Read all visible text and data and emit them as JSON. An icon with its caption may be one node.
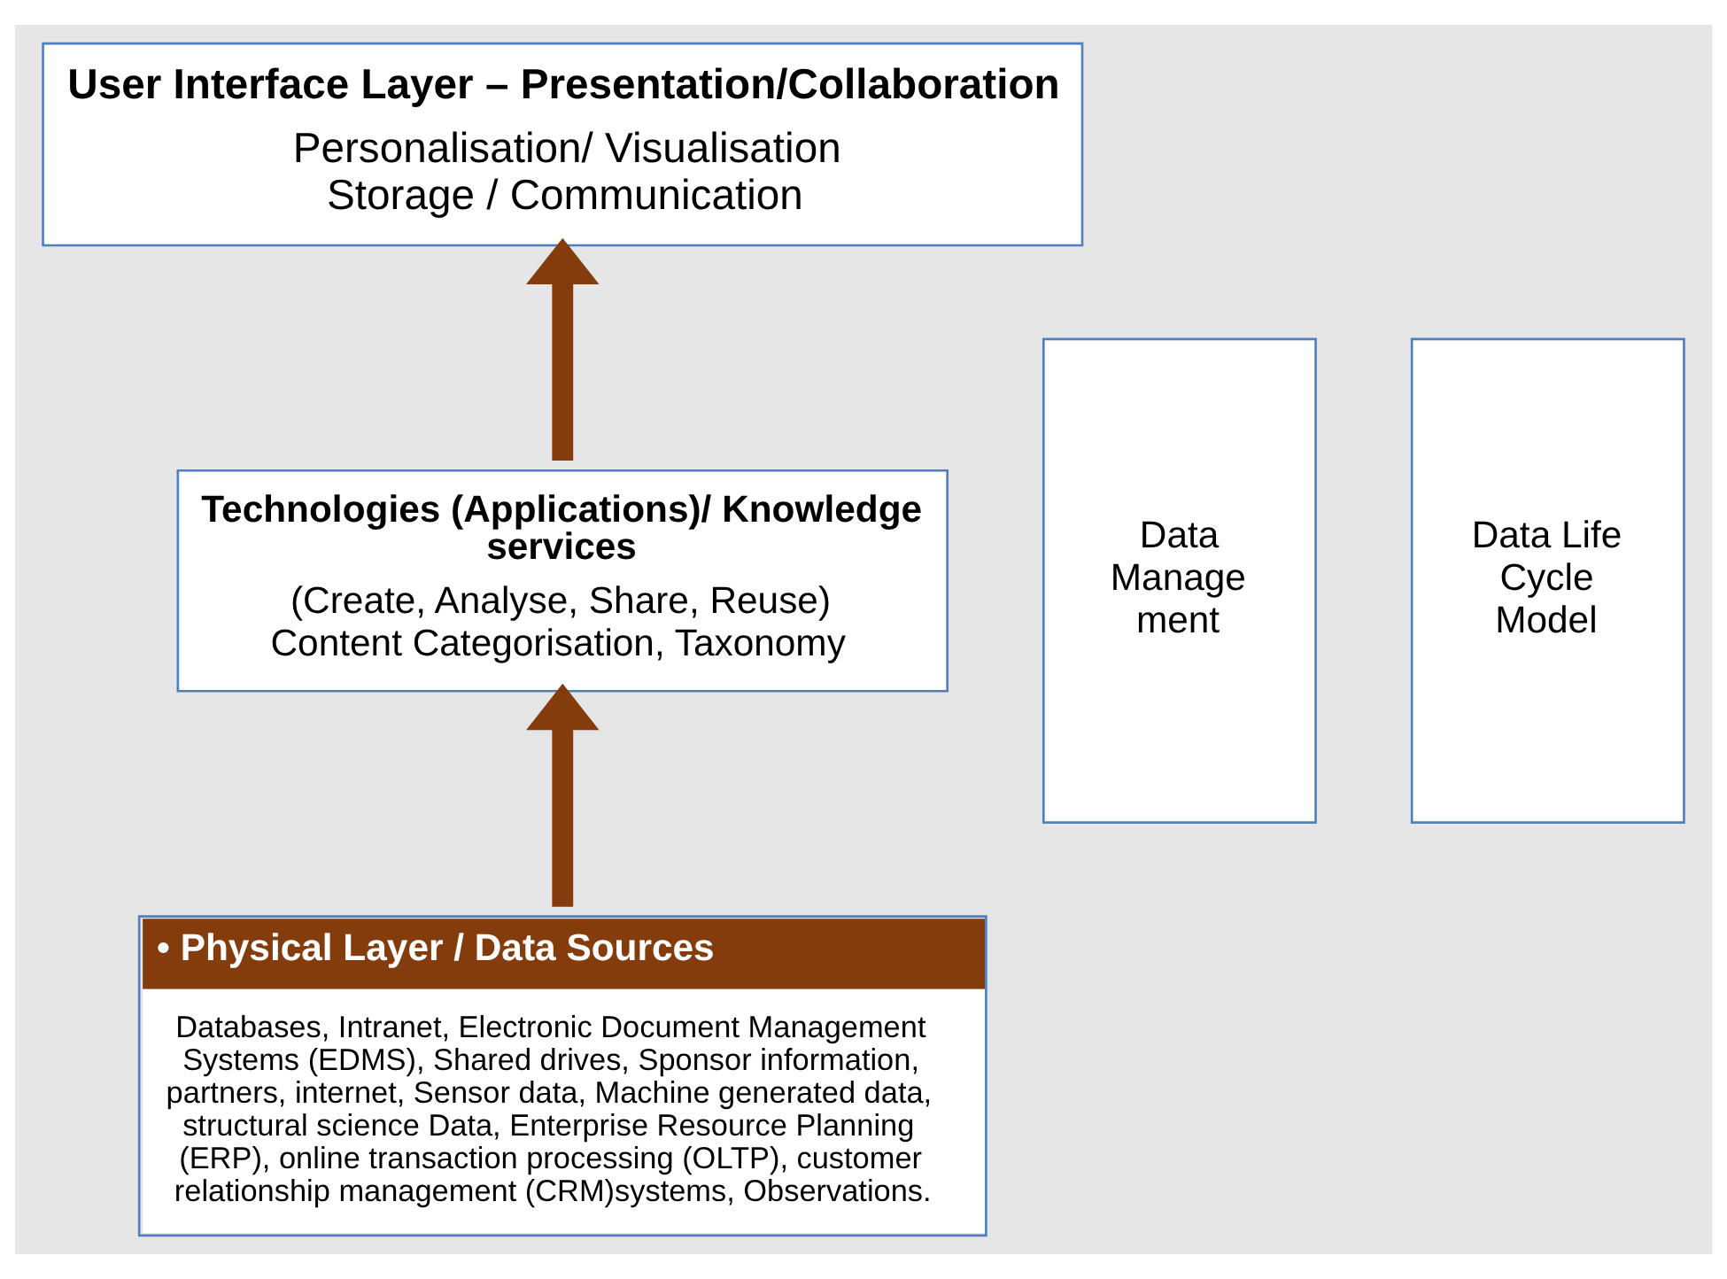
{
  "diagram": {
    "nodes": [
      {
        "text": [
          "User Interface Layer – Presentation/Collaboration",
          "Personalisation/ Visualisation Storage / Communication"
        ]
      },
      {
        "text": [
          "Data Manage ment"
        ]
      },
      {
        "text": [
          "Technologies (Applications)/ Knowledge services",
          "(Create, Analyse, Share, Reuse) Content Categorisation, Taxonomy"
        ]
      },
      {
        "text": [
          "Data Life Cycle Model"
        ]
      },
      {
        "text": [
          "• Physical Layer / Data Sources",
          "Databases, Intranet, Electronic Document Management Systems (EDMS), Shared drives, Sponsor information, partners, internet, Sensor data, Machine generated data, structural science Data, Enterprise Resource Planning (ERP), online transaction processing (OLTP), customer relationship management (CRM)systems, Observations."
        ]
      }
    ],
    "edges": [
      {
        "from": 4,
        "to": 2,
        "arrow": "to"
      },
      {
        "from": 2,
        "to": 0,
        "arrow": "to"
      }
    ]
  }
}
